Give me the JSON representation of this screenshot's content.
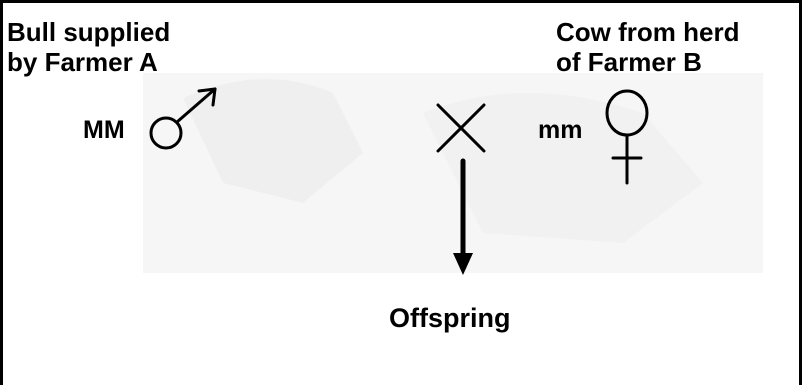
{
  "bull": {
    "label_line1": "Bull supplied",
    "label_line2": "by Farmer A",
    "genotype": "MM",
    "symbol": "male-symbol-icon"
  },
  "cow": {
    "label_line1": "Cow from herd",
    "label_line2": "of Farmer B",
    "genotype": "mm",
    "symbol": "female-symbol-icon"
  },
  "cross": {
    "symbol": "cross-icon"
  },
  "offspring": {
    "label": "Offspring"
  },
  "colors": {
    "ink": "#000000",
    "background": "#ffffff",
    "watermark": "#f3f3f3"
  }
}
